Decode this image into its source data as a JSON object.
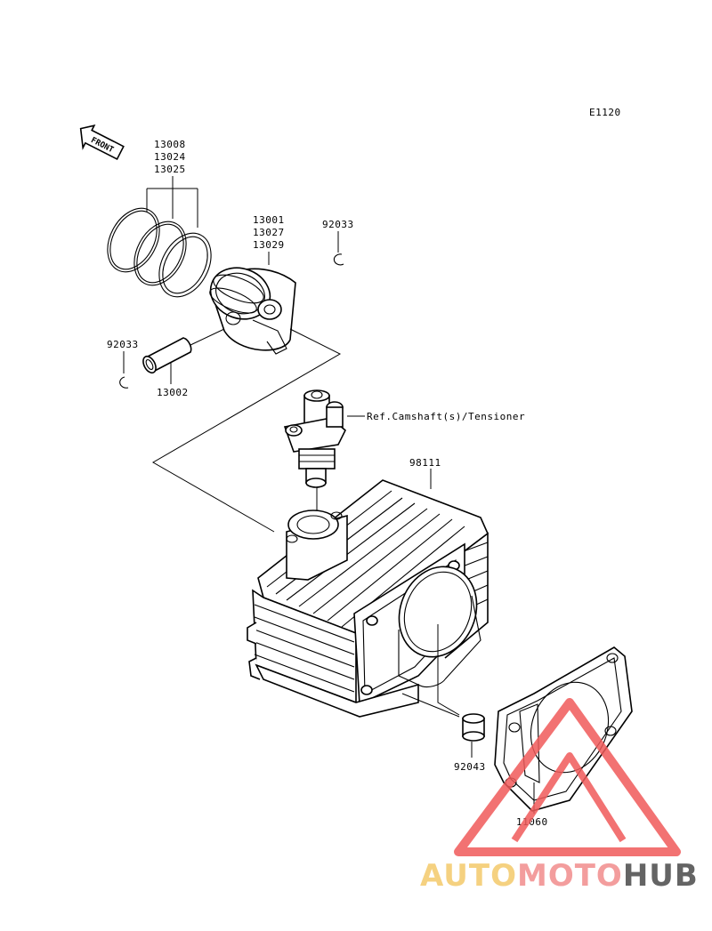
{
  "diagram": {
    "code": "E1120",
    "front_label": "FRONT",
    "ring_codes": [
      "13008",
      "13024",
      "13025"
    ],
    "piston_codes": [
      "13001",
      "13027",
      "13029"
    ],
    "clip_right_code": "92033",
    "clip_left_code": "92033",
    "pin_code": "13002",
    "ref_label": "Ref.Camshaft(s)/Tensioner",
    "cylinder_code": "98111",
    "dowel_code": "92043",
    "gasket_code": "11060"
  },
  "watermark": {
    "part1": "AUTO",
    "part2": "MOTO",
    "part3": "HUB",
    "colors": {
      "auto": "#f4c96a",
      "moto": "#f28d8d",
      "hub": "#4a4a4a",
      "triangle": "#f05a5a"
    }
  }
}
